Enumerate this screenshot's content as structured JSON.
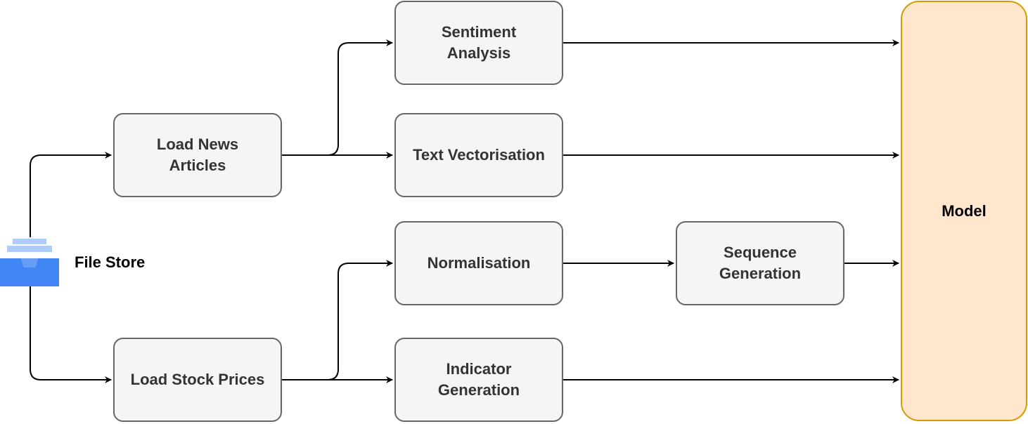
{
  "diagram": {
    "source": {
      "label": "File Store",
      "icon": "file-store-icon",
      "icon_colors": {
        "light": "#aecbfa",
        "mid": "#669df6",
        "dark": "#4285f4"
      }
    },
    "nodes": {
      "load_news": "Load News Articles",
      "load_stock": "Load Stock Prices",
      "sentiment": "Sentiment Analysis",
      "text_vec": "Text Vectorisation",
      "normalisation": "Normalisation",
      "sequence": "Sequence Generation",
      "indicator": "Indicator Generation",
      "model": "Model"
    },
    "edges": [
      {
        "from": "file_store",
        "to": "load_news"
      },
      {
        "from": "file_store",
        "to": "load_stock"
      },
      {
        "from": "load_news",
        "to": "sentiment"
      },
      {
        "from": "load_news",
        "to": "text_vec"
      },
      {
        "from": "load_stock",
        "to": "normalisation"
      },
      {
        "from": "load_stock",
        "to": "indicator"
      },
      {
        "from": "normalisation",
        "to": "sequence"
      },
      {
        "from": "sentiment",
        "to": "model"
      },
      {
        "from": "text_vec",
        "to": "model"
      },
      {
        "from": "sequence",
        "to": "model"
      },
      {
        "from": "indicator",
        "to": "model"
      }
    ],
    "colors": {
      "process_fill": "#f5f5f5",
      "process_stroke": "#666666",
      "model_fill": "#ffe6cc",
      "model_stroke": "#d79b00",
      "edge": "#000000"
    }
  }
}
